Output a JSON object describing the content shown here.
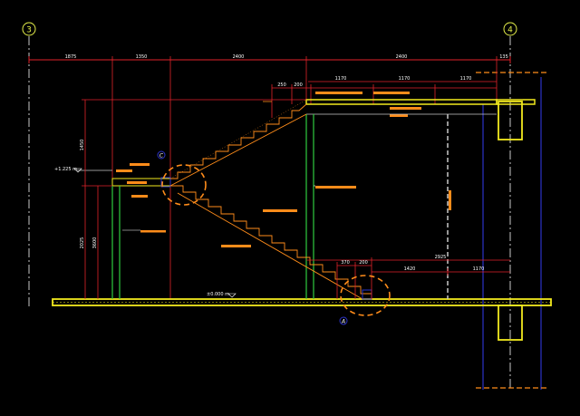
{
  "drawing": {
    "background": "#000000",
    "colors": {
      "dimension": "#e0222a",
      "stair": "#ff8c1a",
      "slab": "#f2ea1e",
      "column_green": "#2ecc40",
      "axis_blue": "#2b33c8",
      "axis_gray": "#c8c8c8",
      "detail_circle": "#ff8c1a",
      "grid_bubble": "#e6f04a"
    },
    "grid_axes": [
      {
        "label": "3"
      },
      {
        "label": "4"
      }
    ],
    "top_dimensions": [
      {
        "text": "1875"
      },
      {
        "text": "1350"
      },
      {
        "text": "2400"
      },
      {
        "text": "2400"
      },
      {
        "text": "135"
      }
    ],
    "upper_dimensions": [
      {
        "text": "250"
      },
      {
        "text": "200"
      },
      {
        "text": "1170"
      },
      {
        "text": "1170"
      },
      {
        "text": "1170"
      }
    ],
    "lower_dimensions": [
      {
        "text": "370"
      },
      {
        "text": "200"
      },
      {
        "text": "2925"
      },
      {
        "text": "1420"
      },
      {
        "text": "1170"
      }
    ],
    "left_dimensions": [
      {
        "text": "1450"
      },
      {
        "text": "2025"
      },
      {
        "text": "3600"
      }
    ],
    "levels": [
      {
        "text": "+1.225 m"
      },
      {
        "text": "±0.000 m"
      }
    ],
    "detail_marks": [
      {
        "label": "C"
      },
      {
        "label": "A"
      }
    ],
    "icons": [
      "grid-bubble-icon",
      "detail-circle-icon",
      "level-triangle-icon"
    ]
  }
}
